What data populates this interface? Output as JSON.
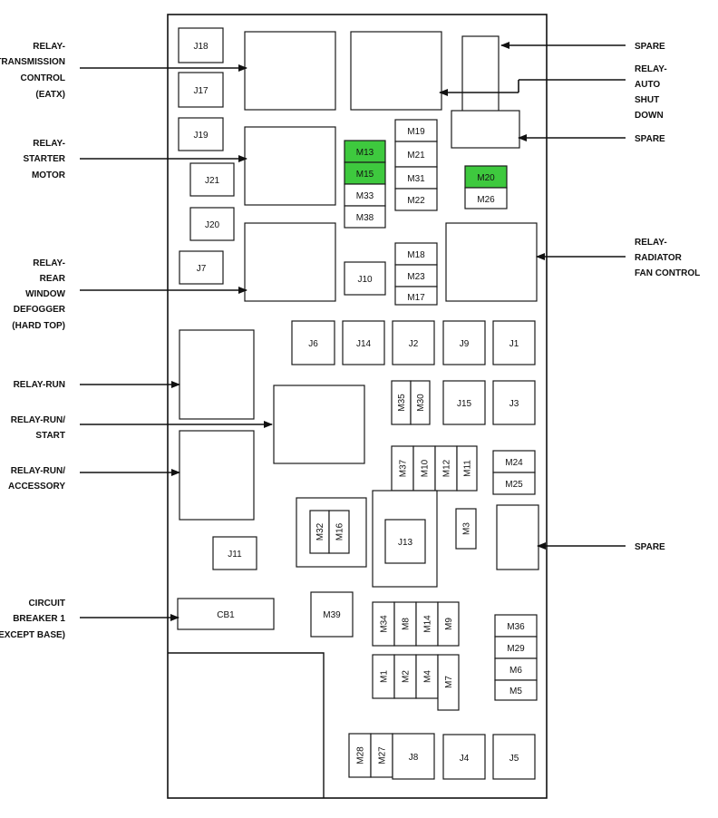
{
  "highlight_color": "#3ec93e",
  "relay_labels": {
    "transmission": [
      "RELAY-",
      "TRANSMISSION",
      "CONTROL",
      "(EATX)"
    ],
    "starter": [
      "RELAY-",
      "STARTER",
      "MOTOR"
    ],
    "defogger": [
      "RELAY-",
      "REAR",
      "WINDOW",
      "DEFOGGER",
      "(HARD TOP)"
    ],
    "run": [
      "RELAY-RUN"
    ],
    "run_start": [
      "RELAY-RUN/",
      "START"
    ],
    "run_accessory": [
      "RELAY-RUN/",
      "ACCESSORY"
    ],
    "circuit_breaker": [
      "CIRCUIT",
      "BREAKER 1",
      "(EXCEPT BASE)"
    ],
    "spare_top": [
      "SPARE"
    ],
    "auto_shutdown": [
      "RELAY-",
      "AUTO",
      "SHUT",
      "DOWN"
    ],
    "spare_mid": [
      "SPARE"
    ],
    "radiator": [
      "RELAY-",
      "RADIATOR",
      "FAN CONTROL"
    ],
    "spare_bottom": [
      "SPARE"
    ]
  },
  "fuses": {
    "J18": "J18",
    "J17": "J17",
    "J19": "J19",
    "J21": "J21",
    "J20": "J20",
    "J7": "J7",
    "J10": "J10",
    "J6": "J6",
    "J14": "J14",
    "J2": "J2",
    "J9": "J9",
    "J1": "J1",
    "J15": "J15",
    "J3": "J3",
    "J13": "J13",
    "J11": "J11",
    "CB1": "CB1",
    "M39": "M39",
    "J8": "J8",
    "J4": "J4",
    "J5": "J5",
    "M13": "M13",
    "M15": "M15",
    "M33": "M33",
    "M38": "M38",
    "M19": "M19",
    "M21": "M21",
    "M31": "M31",
    "M22": "M22",
    "M20": "M20",
    "M26": "M26",
    "M18": "M18",
    "M23": "M23",
    "M17": "M17",
    "M35": "M35",
    "M30": "M30",
    "M37": "M37",
    "M10": "M10",
    "M12": "M12",
    "M11": "M11",
    "M24": "M24",
    "M25": "M25",
    "M32": "M32",
    "M16": "M16",
    "M3": "M3",
    "M34": "M34",
    "M8": "M8",
    "M14": "M14",
    "M9": "M9",
    "M36": "M36",
    "M29": "M29",
    "M6": "M6",
    "M5": "M5",
    "M1": "M1",
    "M2": "M2",
    "M4": "M4",
    "M7": "M7",
    "M28": "M28",
    "M27": "M27"
  }
}
